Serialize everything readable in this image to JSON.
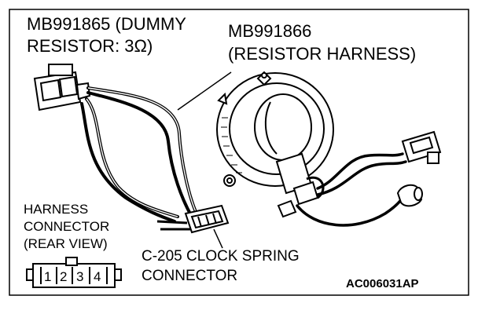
{
  "labels": {
    "dummy_resistor_line1": "MB991865 (DUMMY",
    "dummy_resistor_line2": "RESISTOR: 3Ω)",
    "resistor_harness_line1": "MB991866",
    "resistor_harness_line2": "(RESISTOR HARNESS)",
    "harness_connector_line1": "HARNESS",
    "harness_connector_line2": "CONNECTOR",
    "harness_connector_line3": "(REAR VIEW)",
    "clock_spring_line1": "C-205 CLOCK SPRING",
    "clock_spring_line2": "CONNECTOR",
    "figure_code": "AC006031AP"
  },
  "connector_pins": [
    "1",
    "2",
    "3",
    "4"
  ],
  "colors": {
    "line": "#000000",
    "background": "#ffffff"
  }
}
